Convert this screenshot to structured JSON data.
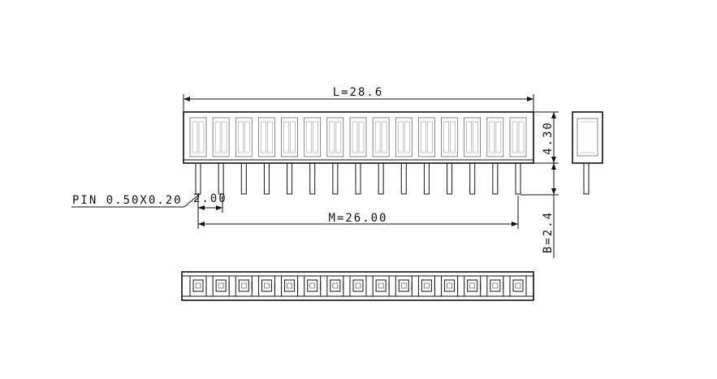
{
  "drawing": {
    "pin_count": 15,
    "labels": {
      "length": "L=28.6",
      "height": "4.30",
      "pin_spec": "PIN 0.50X0.20",
      "pitch": "2.00",
      "pin_span": "M=26.00",
      "pin_length": "B=2.4"
    }
  }
}
